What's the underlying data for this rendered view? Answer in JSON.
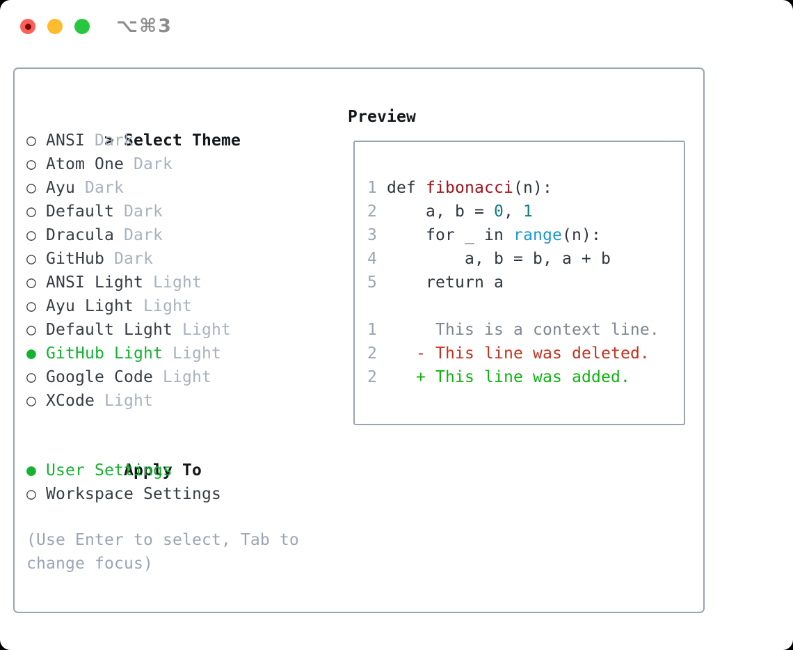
{
  "window": {
    "title": "⌥⌘3",
    "traffic_colors": {
      "close": "#fb5f57",
      "minimize": "#fdbb2d",
      "zoom": "#27c83f"
    }
  },
  "theme_picker": {
    "header": {
      "marker": ">",
      "label": "Select Theme"
    },
    "items": [
      {
        "marker": "○",
        "name": "ANSI",
        "tag": "Dark",
        "selected": false
      },
      {
        "marker": "○",
        "name": "Atom One",
        "tag": "Dark",
        "selected": false
      },
      {
        "marker": "○",
        "name": "Ayu",
        "tag": "Dark",
        "selected": false
      },
      {
        "marker": "○",
        "name": "Default",
        "tag": "Dark",
        "selected": false
      },
      {
        "marker": "○",
        "name": "Dracula",
        "tag": "Dark",
        "selected": false
      },
      {
        "marker": "○",
        "name": "GitHub",
        "tag": "Dark",
        "selected": false
      },
      {
        "marker": "○",
        "name": "ANSI Light",
        "tag": "Light",
        "selected": false
      },
      {
        "marker": "○",
        "name": "Ayu Light",
        "tag": "Light",
        "selected": false
      },
      {
        "marker": "○",
        "name": "Default Light",
        "tag": "Light",
        "selected": false
      },
      {
        "marker": "●",
        "name": "GitHub Light",
        "tag": "Light",
        "selected": true
      },
      {
        "marker": "○",
        "name": "Google Code",
        "tag": "Light",
        "selected": false
      },
      {
        "marker": "○",
        "name": "XCode",
        "tag": "Light",
        "selected": false
      }
    ],
    "apply_to": {
      "label": "Apply To",
      "options": [
        {
          "marker": "●",
          "name": "User Settings",
          "selected": true
        },
        {
          "marker": "○",
          "name": "Workspace Settings",
          "selected": false
        }
      ]
    },
    "hint": "(Use Enter to select, Tab to change focus)"
  },
  "preview": {
    "label": "Preview",
    "lines": [
      [
        {
          "t": "1 ",
          "c": "lnum"
        },
        {
          "t": "def ",
          "c": "code"
        },
        {
          "t": "fibonacci",
          "c": "fname"
        },
        {
          "t": "(n):",
          "c": "code"
        }
      ],
      [
        {
          "t": "2 ",
          "c": "lnum"
        },
        {
          "t": "    a, b = ",
          "c": "code"
        },
        {
          "t": "0",
          "c": "num"
        },
        {
          "t": ", ",
          "c": "code"
        },
        {
          "t": "1",
          "c": "num"
        }
      ],
      [
        {
          "t": "3 ",
          "c": "lnum"
        },
        {
          "t": "    for _ in ",
          "c": "code"
        },
        {
          "t": "range",
          "c": "builtin"
        },
        {
          "t": "(n):",
          "c": "code"
        }
      ],
      [
        {
          "t": "4 ",
          "c": "lnum"
        },
        {
          "t": "        a, b = b, a + b",
          "c": "code"
        }
      ],
      [
        {
          "t": "5 ",
          "c": "lnum"
        },
        {
          "t": "    return a",
          "c": "code"
        }
      ],
      [],
      [
        {
          "t": "1",
          "c": "lnum"
        },
        {
          "t": "      This is a context line.",
          "c": "ctx"
        }
      ],
      [
        {
          "t": "2",
          "c": "lnum"
        },
        {
          "t": "    ",
          "c": "code"
        },
        {
          "t": "- This line was deleted.",
          "c": "del"
        }
      ],
      [
        {
          "t": "2",
          "c": "lnum"
        },
        {
          "t": "    ",
          "c": "code"
        },
        {
          "t": "+ This line was added.",
          "c": "add"
        }
      ]
    ]
  },
  "colors": {
    "panel_border": "#9aa4ae",
    "header_text": "#14171a",
    "item_name": "#363c44",
    "item_tag": "#a8b2be",
    "selection_green": "#13b32f",
    "hint_gray": "#9aa5b3",
    "line_number": "#9aa5b3",
    "code_plain": "#2e353d",
    "function_red": "#a3121c",
    "number_teal": "#0e7b80",
    "builtin_blue": "#1b97d1",
    "context_gray": "#7e868f",
    "deleted_red": "#c5301c",
    "added_green": "#0fb30f"
  }
}
